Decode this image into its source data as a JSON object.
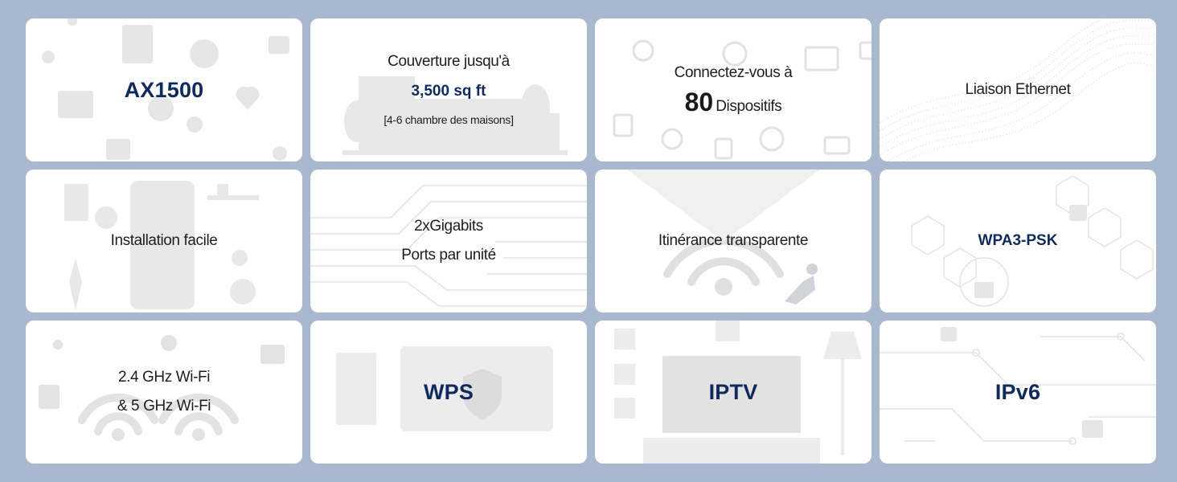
{
  "features": {
    "ax": {
      "title": "AX1500"
    },
    "coverage": {
      "line1": "Couverture jusqu'à",
      "line2": "3,500 sq ft",
      "line3": "[4-6 chambre des maisons]"
    },
    "devices": {
      "line1": "Connectez-vous à",
      "number": "80",
      "unit": "Dispositifs"
    },
    "ethernet": {
      "title": "Liaison Ethernet"
    },
    "install": {
      "title": "Installation facile"
    },
    "gigabit": {
      "line1": "2xGigabits",
      "line2": "Ports par unité"
    },
    "roaming": {
      "title": "Itinérance transparente"
    },
    "wpa": {
      "title": "WPA3-PSK"
    },
    "wifi": {
      "line1": "2.4 GHz Wi-Fi",
      "line2": "& 5 GHz Wi-Fi"
    },
    "wps": {
      "title": "WPS"
    },
    "iptv": {
      "title": "IPTV"
    },
    "ipv6": {
      "title": "IPv6"
    }
  },
  "colors": {
    "page_bg": "#a9b8cf",
    "card_bg": "#ffffff",
    "accent": "#0f2a5c",
    "decor": "#e4e4e4"
  }
}
